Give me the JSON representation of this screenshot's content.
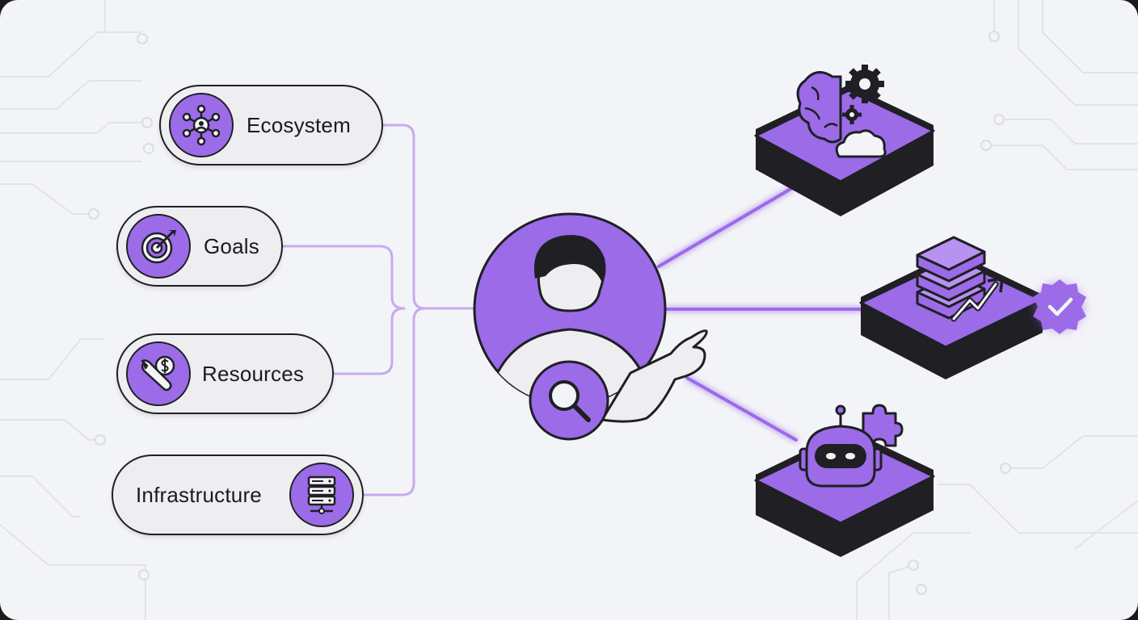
{
  "nodes": [
    {
      "label": "Ecosystem",
      "icon": "network-people-icon"
    },
    {
      "label": "Goals",
      "icon": "target-arrow-icon"
    },
    {
      "label": "Resources",
      "icon": "wrench-dollar-icon"
    },
    {
      "label": "Infrastructure",
      "icon": "server-rack-icon"
    }
  ],
  "center": {
    "icon": "person-magnifier-icon"
  },
  "platforms": [
    {
      "icon": "brain-gears-cloud-icon"
    },
    {
      "icon": "servers-growth-icon",
      "status_icon": "verified-check-badge-icon"
    },
    {
      "icon": "robot-puzzle-icon"
    }
  ],
  "colors": {
    "background": "#f3f4f7",
    "accent": "#9b6be8",
    "accent_line": "#c9aaf0",
    "outline": "#1f1f24"
  }
}
